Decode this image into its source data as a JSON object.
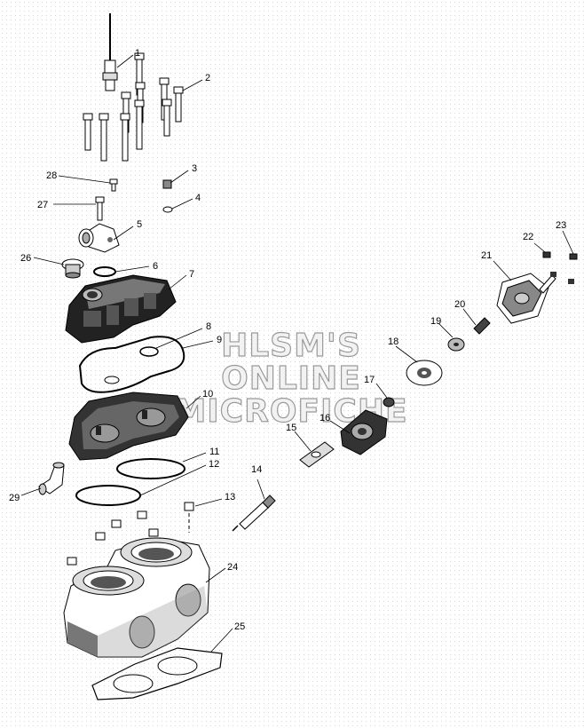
{
  "watermark": {
    "line1": "HLSM'S",
    "line2": "ONLINE",
    "line3": "MICROFICHE"
  },
  "callouts": [
    "1",
    "2",
    "3",
    "4",
    "5",
    "6",
    "7",
    "8",
    "9",
    "10",
    "11",
    "12",
    "13",
    "14",
    "15",
    "16",
    "17",
    "18",
    "19",
    "20",
    "21",
    "22",
    "23",
    "24",
    "25",
    "26",
    "27",
    "28",
    "29"
  ]
}
